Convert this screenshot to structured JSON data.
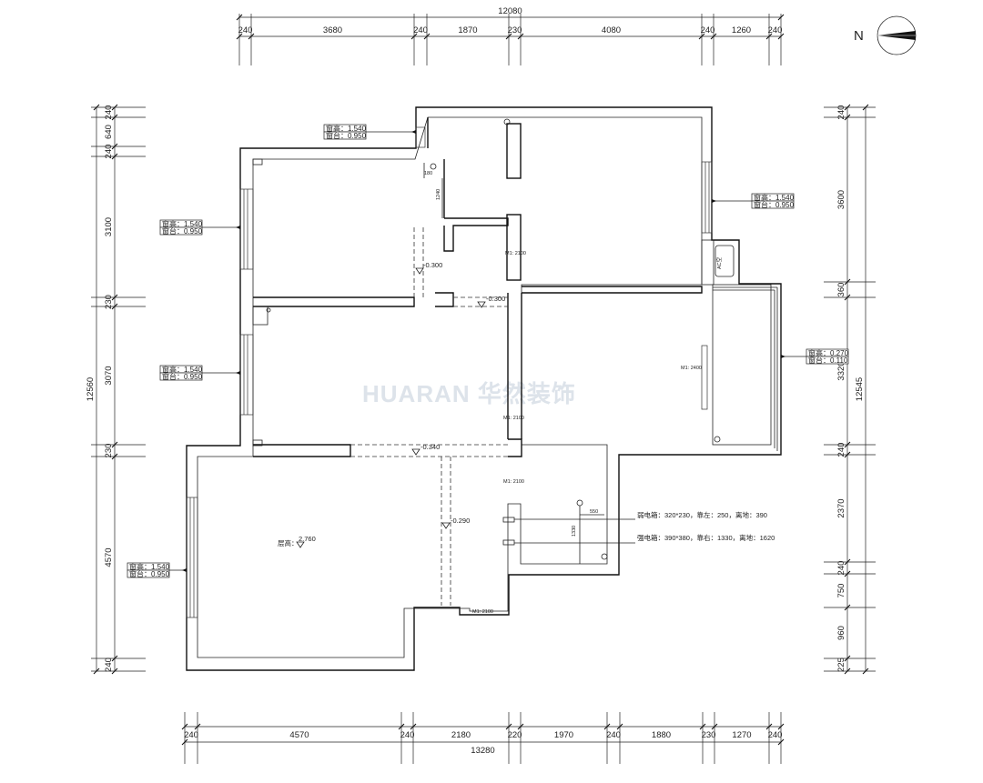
{
  "dimensions": {
    "top": {
      "total": "12080",
      "segments": [
        "240",
        "3680",
        "240",
        "1870",
        "230",
        "4080",
        "240",
        "1260",
        "240"
      ]
    },
    "bottom": {
      "total": "13280",
      "segments": [
        "240",
        "4570",
        "240",
        "2180",
        "220",
        "1970",
        "240",
        "1880",
        "230",
        "1270",
        "240"
      ]
    },
    "left": {
      "total": "12560",
      "segments": [
        "240",
        "640",
        "240",
        "3100",
        "230",
        "3070",
        "230",
        "4570",
        "240"
      ]
    },
    "right": {
      "total": "12545",
      "segments": [
        "240",
        "3600",
        "360",
        "3320",
        "240",
        "2370",
        "240",
        "750",
        "960",
        "225"
      ]
    }
  },
  "window_tags": [
    {
      "line1": "窗高：1.540",
      "line2": "窗台：0.950"
    },
    {
      "line1": "窗高：1.540",
      "line2": "窗台：0.950"
    },
    {
      "line1": "窗高：1.540",
      "line2": "窗台：0.950"
    },
    {
      "line1": "窗高：1.540",
      "line2": "窗台：0.950"
    },
    {
      "line1": "窗高：1.540",
      "line2": "窗台：0.950"
    },
    {
      "line1": "窗高：0.270",
      "line2": "窗台：0.110"
    }
  ],
  "levels": [
    "-0.300",
    "-0.300",
    "-0.340",
    "-0.290",
    "2.760"
  ],
  "labels": {
    "ceiling": "层高：",
    "door1": "M1: 2100",
    "door2": "M1: 2100",
    "door3": "M1: 2100",
    "door4": "M1: 2400",
    "door5": "M1: 2100",
    "ac": "AC空"
  },
  "inner_dims": [
    "180",
    "1240",
    "550",
    "1330"
  ],
  "electrical": {
    "weak": "弱电箱：320*230，靠左：250，离地：390",
    "strong": "强电箱：390*380，靠右：1330，离地：1620"
  },
  "watermark": "HUARAN 华然装饰",
  "compass": {
    "letter": "N"
  }
}
